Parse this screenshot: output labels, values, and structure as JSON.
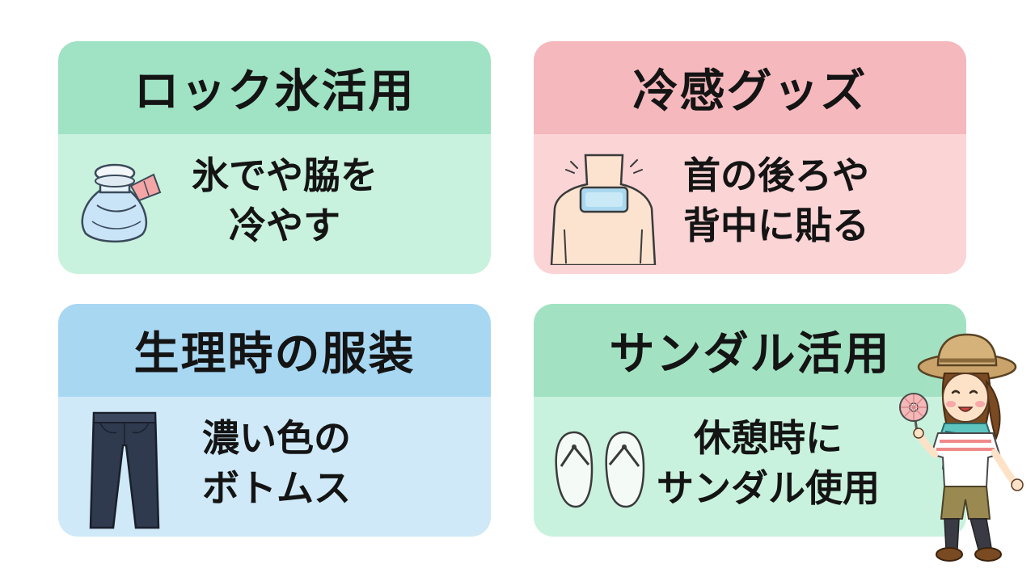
{
  "cards": {
    "ice": {
      "title": "ロック氷活用",
      "line1": "氷でや脇を",
      "line2": "冷やす",
      "illustration": "ice-pack-icon"
    },
    "cool": {
      "title": "冷感グッズ",
      "line1": "首の後ろや",
      "line2": "背中に貼る",
      "illustration": "cooling-patch-icon"
    },
    "wear": {
      "title": "生理時の服装",
      "line1": "濃い色の",
      "line2": "ボトムス",
      "illustration": "pants-icon"
    },
    "sand": {
      "title": "サンダル活用",
      "line1": "休憩時に",
      "line2": "サンダル使用",
      "illustration": "sandals-icon"
    }
  },
  "colors": {
    "green_header": "#9fe2c4",
    "green_body": "#c9f2de",
    "pink_header": "#f5b8bd",
    "pink_body": "#fbd4d6",
    "blue_header": "#a8d7f2",
    "blue_body": "#cfe9f8"
  },
  "character": {
    "icon": "hiker-girl-with-fan-icon"
  }
}
